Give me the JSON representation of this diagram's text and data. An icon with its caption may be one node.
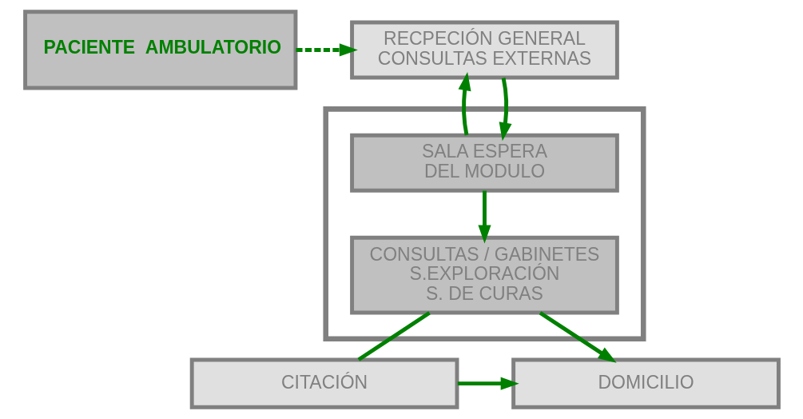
{
  "diagram": {
    "nodes": [
      {
        "text": [
          "PACIENTE  AMBULATORIO"
        ]
      },
      {
        "text": [
          "RECPECIÓN GENERAL",
          "CONSULTAS EXTERNAS"
        ]
      },
      {
        "text": [],
        "shape": "box"
      },
      {
        "text": [
          "SALA ESPERA DEL MODULO"
        ],
        "in": 2
      },
      {
        "text": [
          "CONSULTAS / GABINETES",
          "S.EXPLORACIÓN",
          "S. DE CURAS"
        ],
        "in": 2
      },
      {
        "text": [
          "CITACIÓN"
        ]
      },
      {
        "text": [
          "DOMICILIO"
        ]
      }
    ],
    "edges": [
      {
        "from": 0,
        "to": 1,
        "arrow": "to",
        "style": "dashed"
      },
      {
        "from": 1,
        "to": 3,
        "arrow": "to"
      },
      {
        "from": 3,
        "to": 1,
        "arrow": "to"
      },
      {
        "from": 3,
        "to": 4,
        "arrow": "to"
      },
      {
        "from": 4,
        "to": 5,
        "arrow": "none"
      },
      {
        "from": 4,
        "to": 6,
        "arrow": "to"
      },
      {
        "from": 5,
        "to": 6,
        "arrow": "to"
      }
    ]
  }
}
